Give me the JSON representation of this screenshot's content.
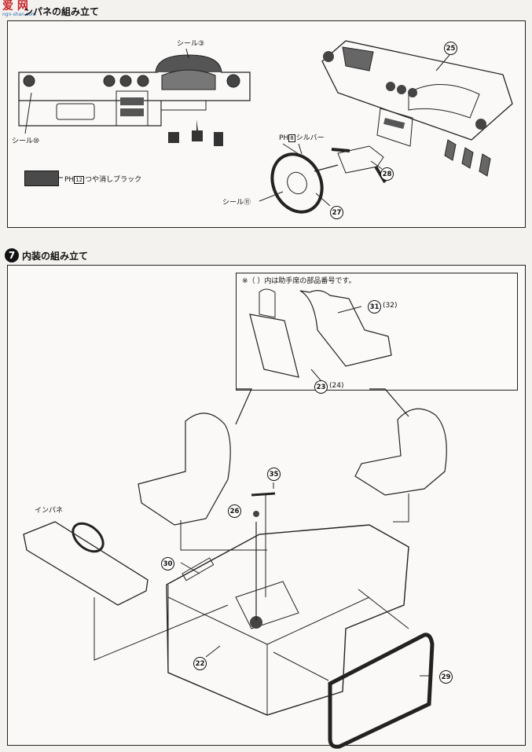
{
  "watermark": {
    "main": "爱 网",
    "sub": "ngn-shan.com"
  },
  "step6": {
    "title": "ンパネの組み立て",
    "labels": {
      "seal3": "シール③",
      "seal10": "シール⑩",
      "seal11": "シール⑪",
      "paint_silver": "シルバー",
      "paint_silver_code": "8",
      "paint_black": "つや消しブラック",
      "paint_black_code": "12",
      "ph": "PH"
    },
    "parts": [
      "25",
      "28",
      "27"
    ]
  },
  "step7": {
    "number": "7",
    "title": "内装の組み立て",
    "note": "※（ ）内は助手席の部品番号です。",
    "inpane": "インパネ",
    "parts": {
      "p31": "31",
      "p32": "(32)",
      "p23": "23",
      "p24": "(24)",
      "p35": "35",
      "p26": "26",
      "p30": "30",
      "p22": "22",
      "p29": "29"
    }
  }
}
